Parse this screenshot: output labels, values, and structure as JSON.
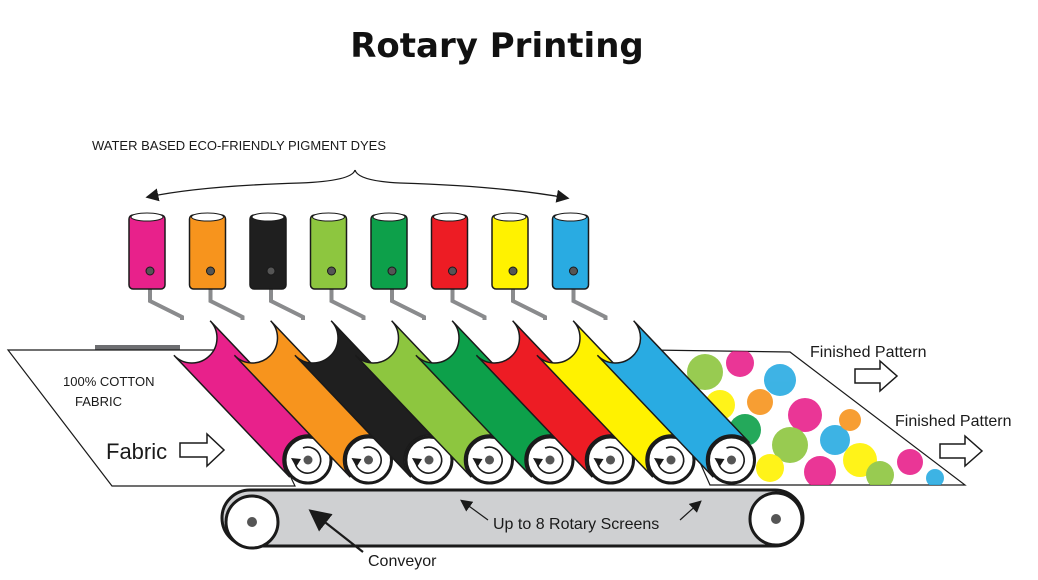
{
  "title": "Rotary Printing",
  "labels": {
    "dyes": "WATER BASED ECO-FRIENDLY PIGMENT DYES",
    "cotton_line1": "100% COTTON",
    "cotton_line2": "FABRIC",
    "fabric": "Fabric",
    "finished_1": "Finished Pattern",
    "finished_2": "Finished Pattern",
    "screens": "Up to 8 Rotary Screens",
    "conveyor": "Conveyor"
  },
  "colors": {
    "dyes": [
      "#e8218b",
      "#f7941d",
      "#1f1f1f",
      "#8dc63f",
      "#0da04a",
      "#ed1c24",
      "#fff200",
      "#29abe2"
    ],
    "conveyor_belt": "#cfd0d2",
    "outline": "#1a1a1a"
  },
  "icons": {
    "fabric_arrow": "right-arrow-icon",
    "finished_arrow": "right-arrow-icon",
    "roller_rotation": "rotate-icon"
  }
}
